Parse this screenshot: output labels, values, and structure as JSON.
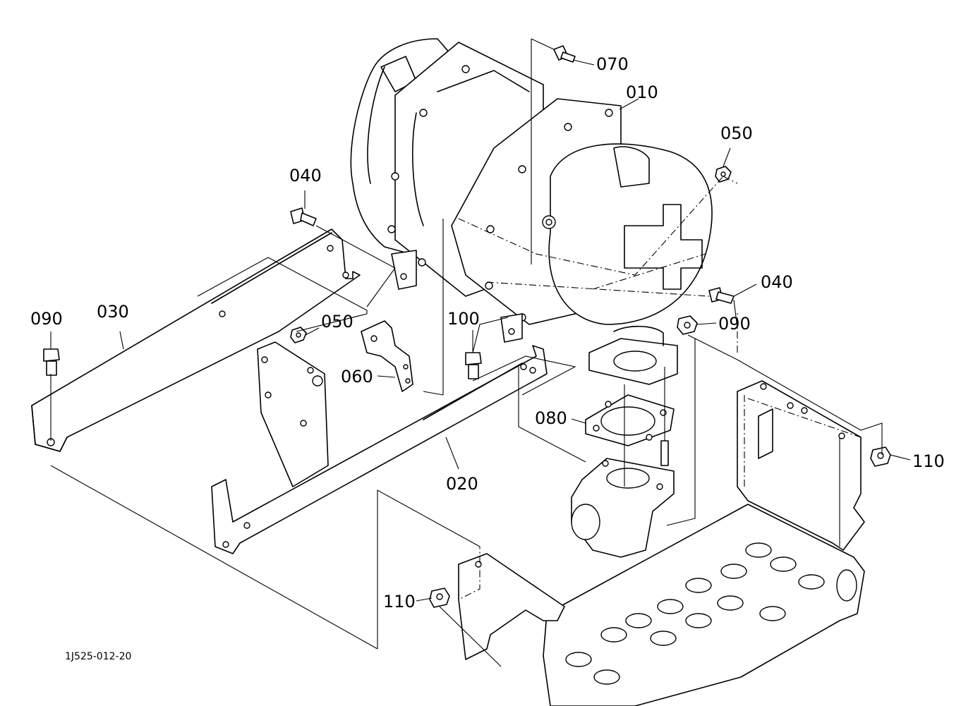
{
  "drawing": {
    "drawing_number": "1J525-012-20",
    "parts": [
      {
        "id": "p010",
        "label": "010"
      },
      {
        "id": "p020",
        "label": "020"
      },
      {
        "id": "p030",
        "label": "030"
      },
      {
        "id": "p040a",
        "label": "040"
      },
      {
        "id": "p040b",
        "label": "040"
      },
      {
        "id": "p050a",
        "label": "050"
      },
      {
        "id": "p050b",
        "label": "050"
      },
      {
        "id": "p060",
        "label": "060"
      },
      {
        "id": "p070",
        "label": "070"
      },
      {
        "id": "p080",
        "label": "080"
      },
      {
        "id": "p090",
        "label": "090"
      },
      {
        "id": "p100a",
        "label": "100"
      },
      {
        "id": "p100b",
        "label": "100"
      },
      {
        "id": "p110a",
        "label": "110"
      },
      {
        "id": "p110b",
        "label": "110"
      }
    ]
  }
}
